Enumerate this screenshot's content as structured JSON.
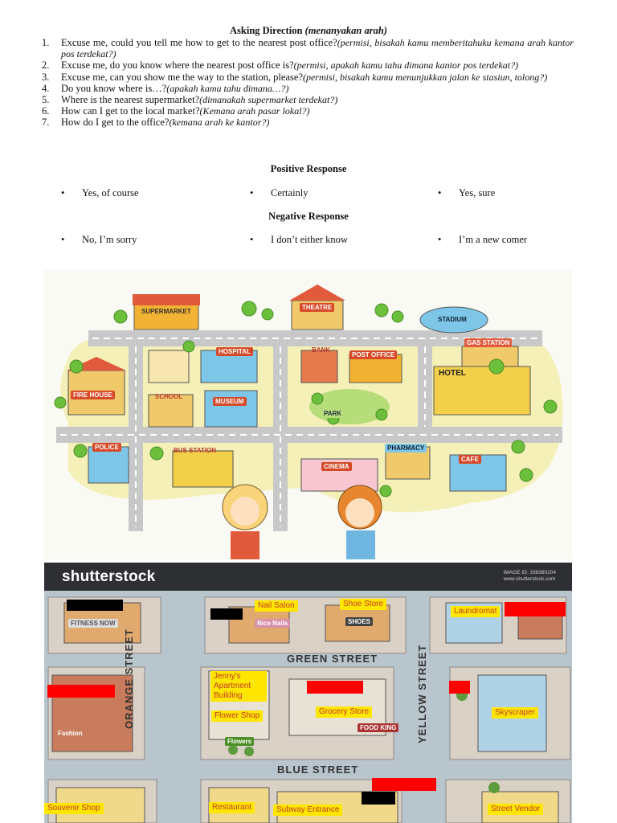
{
  "heading": {
    "title": "Asking Direction",
    "translation": "(menanyakan arah)"
  },
  "questions": [
    {
      "num": "1.",
      "text": "Excuse me, could you tell me how to get to the nearest post office?",
      "translation": "(permisi, bisakah kamu memberitahuku kemana arah kantor pos terdekat?)"
    },
    {
      "num": "2.",
      "text": "Excuse me, do you know where the nearest post office is?",
      "translation": "(permisi, apakah kamu tahu dimana kantor pos terdekat?)"
    },
    {
      "num": "3.",
      "text": "Excuse me, can you show me the way to the station, please?",
      "translation": "(permisi, bisakah kamu menunjukkan jalan ke stasiun, tolong?)"
    },
    {
      "num": "4.",
      "text": "Do you know where is…?",
      "translation": "(apakah kamu tahu dimana…?)"
    },
    {
      "num": "5.",
      "text": "Where is the nearest supermarket?",
      "translation": "(dimanakah supermarket terdekat?)"
    },
    {
      "num": "6.",
      "text": "How can I get to the  local market?",
      "translation": "(Kemana arah pasar lokal?)"
    },
    {
      "num": "7.",
      "text": "How do I get to the office?",
      "translation": "(kemana arah ke kantor?)"
    }
  ],
  "positive": {
    "title": "Positive Response",
    "items": [
      "Yes, of course",
      "Certainly",
      "Yes, sure"
    ]
  },
  "negative": {
    "title": "Negative Response",
    "items": [
      "No, I’m sorry",
      "I don’t either know",
      "I’m a new comer"
    ]
  },
  "map1": {
    "labels": [
      "SUPERMARKET",
      "THEATRE",
      "STADIUM",
      "GAS STATION",
      "HOSPITAL",
      "BANK",
      "POST OFFICE",
      "HOTEL",
      "FIRE HOUSE",
      "SCHOOL",
      "MUSEUM",
      "PARK",
      "POLICE",
      "BUS STATION",
      "CINEMA",
      "PHARMACY",
      "CAFE"
    ],
    "watermark": "shutterstock",
    "colors": {
      "road": "#c9c9c9",
      "grass": "#f4f0b8",
      "tree": "#6cbf3b"
    }
  },
  "stock_bar": {
    "logo": "shutterstock",
    "image_id": "IMAGE ID: 338360204",
    "site": "www.shutterstock.com"
  },
  "map2": {
    "labels": {
      "nail_salon": "Nail Salon",
      "shoe_store": "Shoe Store",
      "laundromat": "Laundromat",
      "jennys": "Jenny's Apartment Building",
      "flower_shop": "Flower Shop",
      "grocery": "Grocery Store",
      "skyscraper": "Skyscraper",
      "souvenir": "Souvenir Shop",
      "restaurant": "Restaurant",
      "subway": "Subway Entrance",
      "vendor": "Street Vendor"
    },
    "streets": {
      "green": "GREEN STREET",
      "blue": "BLUE STREET",
      "orange": "ORANGE STREET",
      "yellow": "YELLOW STREET"
    },
    "signs": {
      "fitness": "FITNESS NOW",
      "nails": "Nice Nails",
      "shoes": "SHOES",
      "fashion": "Fashion",
      "food": "FOOD KING",
      "flowers": "Flowers"
    }
  }
}
